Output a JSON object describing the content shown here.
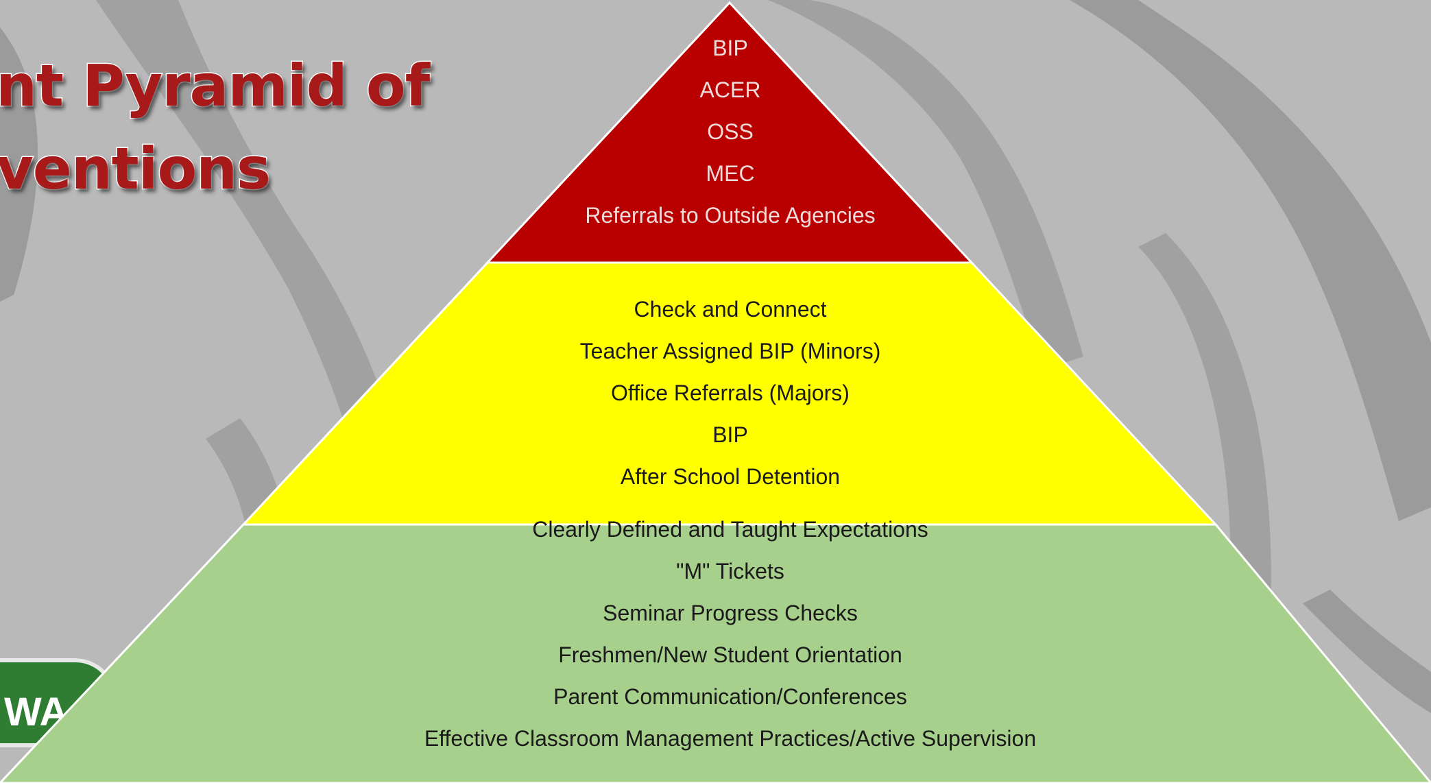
{
  "title": {
    "line1": "nt Pyramid of",
    "line2": "ventions"
  },
  "logo": {
    "text": "WA"
  },
  "pyramid": {
    "top": {
      "color": "#b80000",
      "items": [
        "BIP",
        "ACER",
        "OSS",
        "MEC",
        "Referrals to Outside Agencies"
      ]
    },
    "middle": {
      "color": "#ffff00",
      "items": [
        "Check and Connect",
        "Teacher Assigned BIP (Minors)",
        "Office Referrals (Majors)",
        "BIP",
        "After School Detention"
      ]
    },
    "base": {
      "color": "#a8d08d",
      "items": [
        "Clearly Defined and Taught Expectations",
        "\"M\" Tickets",
        "Seminar Progress Checks",
        "Freshmen/New Student Orientation",
        "Parent Communication/Conferences",
        "Effective Classroom Management Practices/Active Supervision"
      ]
    }
  },
  "colors": {
    "background": "#b9b9b9",
    "title": "#a81a1a",
    "logo": "#2e7d32"
  }
}
